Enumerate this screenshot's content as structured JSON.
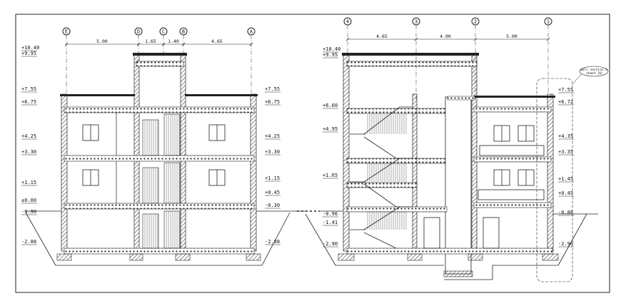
{
  "left_section": {
    "axes": [
      "E",
      "D",
      "C",
      "B",
      "A"
    ],
    "dimensions": [
      "5.00",
      "1.65",
      "1.40",
      "4.65"
    ],
    "levels_left": [
      "+10.40",
      "+9.95",
      "+7.55",
      "+6.75",
      "+4.25",
      "+3.30",
      "+1.15",
      "±0.00",
      "-0.90",
      "-2.88"
    ],
    "levels_right": [
      "+7.55",
      "+6.75",
      "+4.25",
      "+3.30",
      "+1.15",
      "+0.45",
      "-0.30",
      "-2.88"
    ]
  },
  "right_section": {
    "axes": [
      "4",
      "3",
      "2",
      "1"
    ],
    "dimensions": [
      "4.65",
      "4.00",
      "5.00"
    ],
    "levels_left": [
      "+10.40",
      "+9.95",
      "+6.60",
      "+4.95",
      "+1.65",
      "-0.96",
      "-1.41",
      "-2.90"
    ],
    "levels_right": [
      "+7.55",
      "+6.72",
      "+4.35",
      "+3.35",
      "+1.45",
      "+0.45",
      "-0.86",
      "-2.90"
    ],
    "callout": [
      "wall section A",
      "sheet 10"
    ]
  }
}
